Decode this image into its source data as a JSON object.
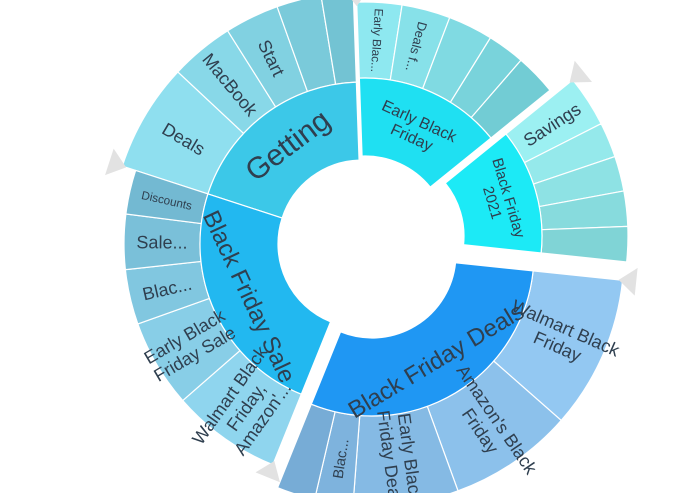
{
  "chart_data": {
    "type": "sunburst",
    "title": "",
    "colors": {
      "getting": "#3cc8e8",
      "early_black_friday": "#1fe0f2",
      "black_friday_2021": "#1ceaf6",
      "black_friday_deals": "#1f97f3",
      "black_friday_sale": "#22b8f0",
      "leaf_getting": "#8fdfef",
      "leaf_early": "#8ee8f0",
      "leaf_2021": "#9cf0f2",
      "leaf_deals": "#93c8f2",
      "leaf_sale": "#8fd5ee",
      "pointer": "#e2e2e2"
    },
    "parents": [
      {
        "name": "Getting",
        "label": "Getting",
        "color_key": "getting",
        "leaf_color_key": "leaf_getting",
        "children": [
          {
            "name": "Deals",
            "label": "Deals",
            "value": 3.4
          },
          {
            "name": "MacBook",
            "label": "MacBook",
            "value": 2.0
          },
          {
            "name": "Start",
            "label": "Start",
            "value": 1.7
          },
          {
            "name": "blank-getting-1",
            "label": "",
            "value": 1.4
          },
          {
            "name": "blank-getting-2",
            "label": "",
            "value": 1.0
          }
        ]
      },
      {
        "name": "Early Black Friday",
        "label": "Early Black Friday",
        "color_key": "early_black_friday",
        "leaf_color_key": "leaf_early",
        "children": [
          {
            "name": "Early Blac...",
            "label": "Early Blac...",
            "value": 1.2
          },
          {
            "name": "Deals f...",
            "label": "Deals f...",
            "value": 1.3
          },
          {
            "name": "blank-early-1",
            "label": "",
            "value": 1.2
          },
          {
            "name": "blank-early-2",
            "label": "",
            "value": 1.0
          },
          {
            "name": "blank-early-3",
            "label": "",
            "value": 1.1
          }
        ]
      },
      {
        "name": "Black Friday 2021",
        "label": "Black Friday 2021",
        "color_key": "black_friday_2021",
        "leaf_color_key": "leaf_2021",
        "children": [
          {
            "name": "Savings",
            "label": "Savings",
            "value": 2.2
          },
          {
            "name": "blank-2021-1",
            "label": "",
            "value": 1.5
          },
          {
            "name": "blank-2021-2",
            "label": "",
            "value": 1.5
          },
          {
            "name": "blank-2021-3",
            "label": "",
            "value": 1.5
          },
          {
            "name": "blank-2021-4",
            "label": "",
            "value": 1.5
          }
        ]
      },
      {
        "name": "Black Friday Deals",
        "label": "Black Friday Deals",
        "color_key": "black_friday_deals",
        "leaf_color_key": "leaf_deals",
        "children": [
          {
            "name": "Walmart Black Friday",
            "label": "Walmart Black Friday",
            "value": 8.0
          },
          {
            "name": "Amazon's Black Friday",
            "label": "Amazon's Black Friday",
            "value": 6.5
          },
          {
            "name": "Early Black Friday Deals",
            "label": "Early Black Friday Deals",
            "value": 5.5
          },
          {
            "name": "Blac...",
            "label": "Blac...",
            "value": 2.0
          },
          {
            "name": "blank-deals-1",
            "label": "",
            "value": 2.0
          }
        ]
      },
      {
        "name": "Black Friday Sale",
        "label": "Black Friday Sale",
        "color_key": "black_friday_sale",
        "leaf_color_key": "leaf_sale",
        "children": [
          {
            "name": "Walmart Black Friday, Amazon'...",
            "label": "Walmart Black Friday, Amazon'...",
            "value": 5.0
          },
          {
            "name": "Early Black Friday Sale",
            "label": "Early Black Friday Sale",
            "value": 4.0
          },
          {
            "name": "Blac... (sale)",
            "label": "Blac...",
            "value": 2.5
          },
          {
            "name": "Sale...",
            "label": "Sale...",
            "value": 2.5
          },
          {
            "name": "Discounts",
            "label": "Discounts",
            "value": 2.0
          }
        ]
      }
    ],
    "legend": "none",
    "grid": false
  }
}
